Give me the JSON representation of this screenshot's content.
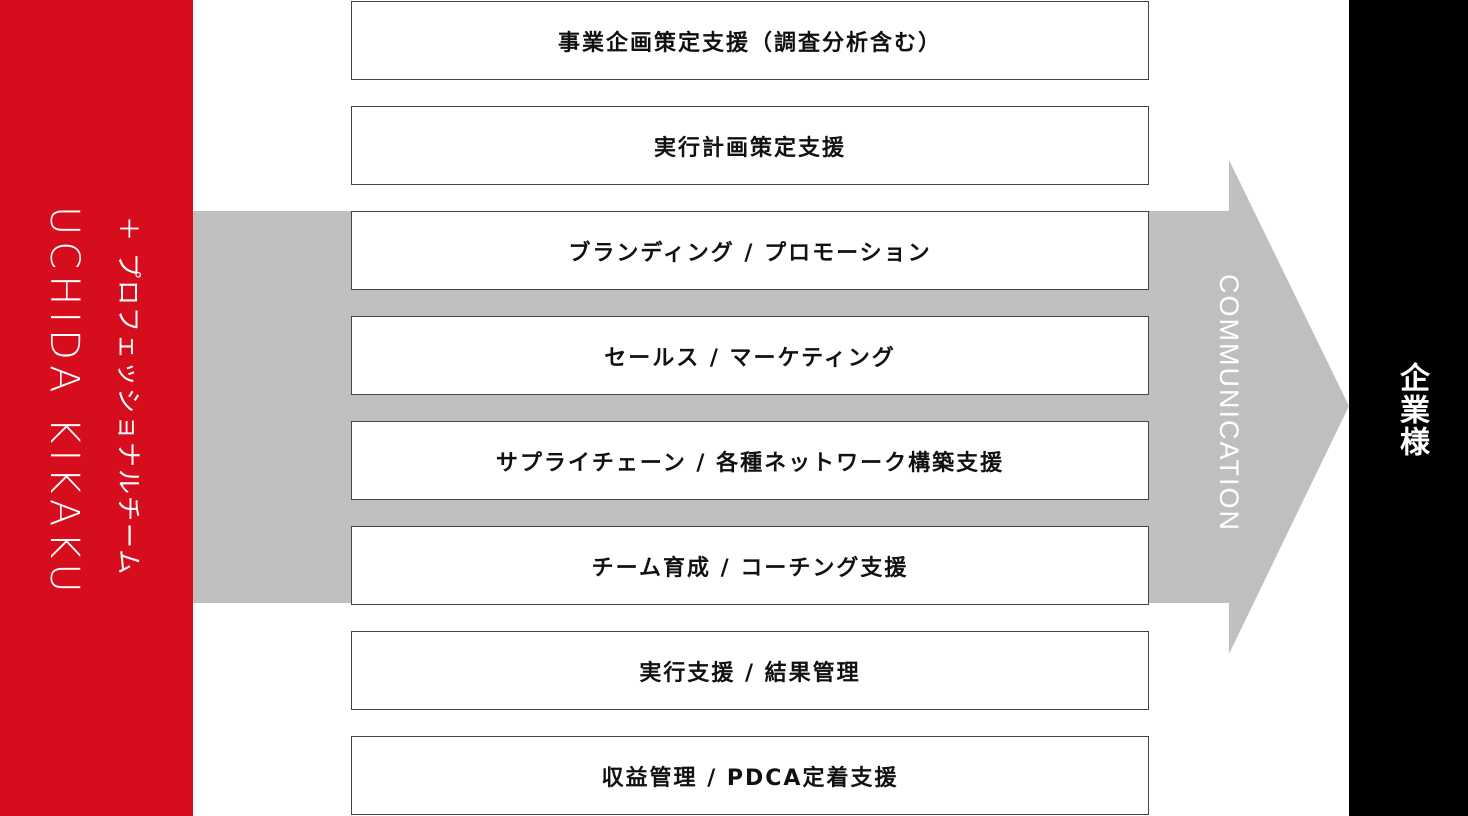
{
  "provider": {
    "brand": "UCHIDA KIKAKU",
    "team": "＋ プロフェッショナルチーム"
  },
  "flow_label": "COMMUNICATION",
  "client": "企業様",
  "services": [
    "事業企画策定支援（調査分析含む）",
    "実行計画策定支援",
    "ブランディング / プロモーション",
    "セールス / マーケティング",
    "サプライチェーン / 各種ネットワーク構築支援",
    "チーム育成 / コーチング支援",
    "実行支援 / 結果管理",
    "収益管理 / PDCA定着支援"
  ],
  "colors": {
    "provider": "#d60d1d",
    "arrow": "#bfbfbf",
    "client": "#000000"
  }
}
